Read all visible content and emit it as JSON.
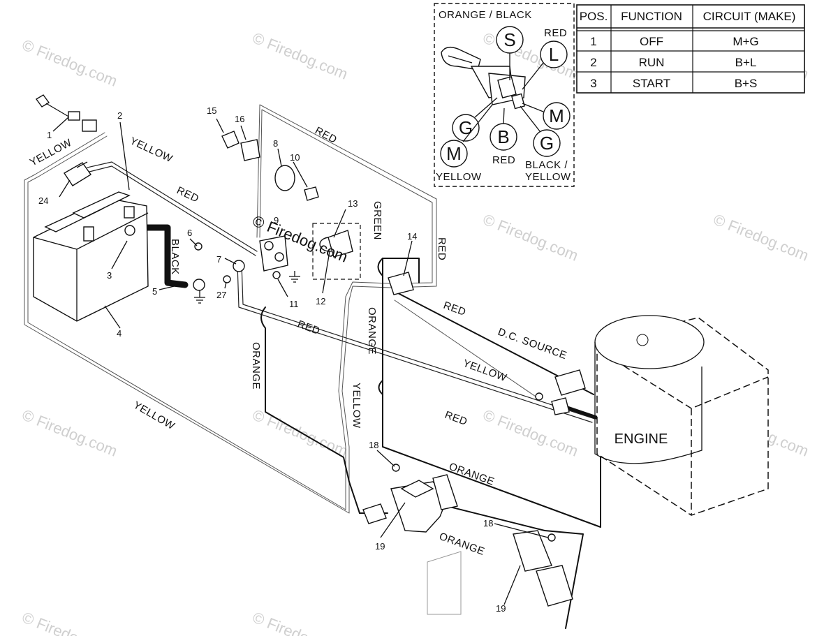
{
  "watermark": {
    "text": "© Firedog.com",
    "center_text": "© Firedog.com"
  },
  "wire_labels": {
    "yellow_top_left": "YELLOW",
    "yellow_top": "YELLOW",
    "red_top": "RED",
    "red_harness": "RED",
    "black": "BLACK",
    "green": "GREEN",
    "red_right": "RED",
    "orange_left": "ORANGE",
    "orange_mid": "ORANGE",
    "red_mid": "RED",
    "yellow_mid": "YELLOW",
    "red_dc": "RED",
    "dc_source": "D.C. SOURCE",
    "yellow_dc": "YELLOW",
    "red_lower": "RED",
    "orange_lower": "ORANGE",
    "orange_bottom": "ORANGE",
    "yellow_bottom_left": "YELLOW"
  },
  "engine_label": "ENGINE",
  "part_numbers": {
    "p1": "1",
    "p2": "2",
    "p3": "3",
    "p4": "4",
    "p5": "5",
    "p6": "6",
    "p7": "7",
    "p8": "8",
    "p9": "9",
    "p10": "10",
    "p11": "11",
    "p12": "12",
    "p13": "13",
    "p14": "14",
    "p15": "15",
    "p16": "16",
    "p18a": "18",
    "p18b": "18",
    "p19a": "19",
    "p19b": "19",
    "p24": "24",
    "p27": "27"
  },
  "ignition_inset": {
    "title": "ORANGE / BLACK",
    "red_label": "RED",
    "terminals": {
      "s": "S",
      "l": "L",
      "g1": "G",
      "m1": "M",
      "b": "B",
      "m2": "M",
      "g2": "G"
    },
    "yellow_label": "YELLOW",
    "b_red_label": "RED",
    "black_yellow_1": "BLACK /",
    "black_yellow_2": "YELLOW"
  },
  "switch_table": {
    "headers": [
      "POS.",
      "FUNCTION",
      "CIRCUIT  (MAKE)"
    ],
    "rows": [
      [
        "1",
        "OFF",
        "M+G"
      ],
      [
        "2",
        "RUN",
        "B+L"
      ],
      [
        "3",
        "START",
        "B+S"
      ]
    ]
  }
}
